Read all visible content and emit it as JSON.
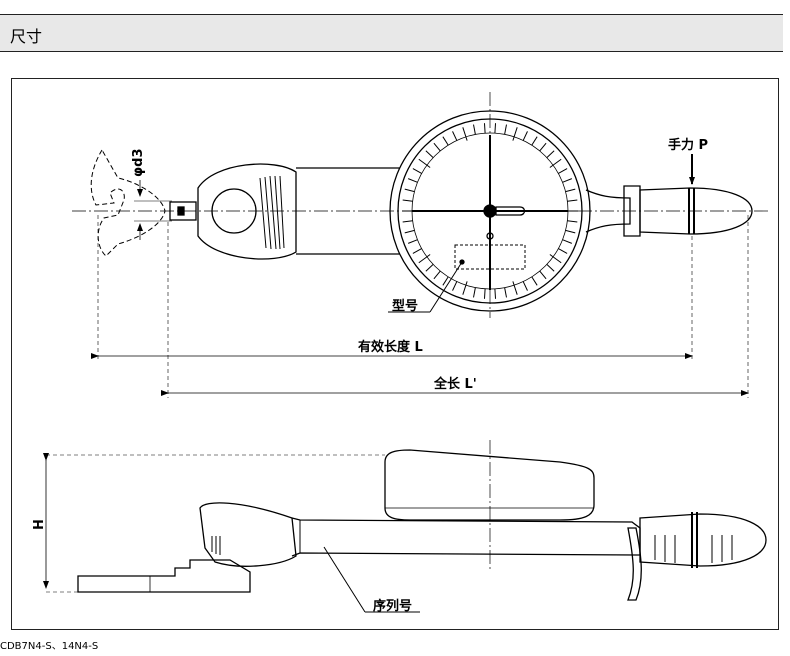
{
  "header": {
    "title": "尺寸"
  },
  "labels": {
    "hand_force": "手力 P",
    "diameter": "φd3",
    "model_no": "型号",
    "effective_length": "有效长度 L",
    "total_length": "全长 L'",
    "height": "H",
    "serial_no": "序列号"
  },
  "caption": "CDB7N4-S、14N4-S"
}
